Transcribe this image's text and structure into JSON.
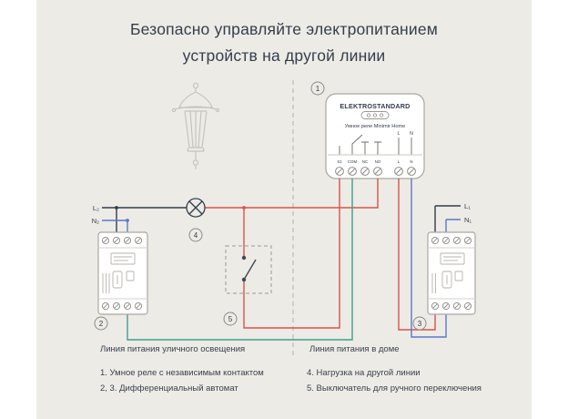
{
  "title": {
    "line1": "Безопасно управляйте электропитанием",
    "line2": "устройств на другой линии"
  },
  "diagram": {
    "relay": {
      "brand": "ELEKTROSTANDARD",
      "name": "Умное реле Minimir Home",
      "terminal_labels": [
        "S1",
        "COM",
        "NC",
        "NO"
      ],
      "power_labels": [
        "L",
        "N"
      ],
      "internal_l": "L",
      "internal_n": "N"
    },
    "wire_labels": {
      "l2": "L₂",
      "n2": "N₂",
      "l1": "L₁",
      "n1": "N₁"
    },
    "callouts": {
      "relay": "1",
      "breaker_left": "2",
      "breaker_right": "3",
      "load": "4",
      "switch": "5"
    },
    "section_labels": {
      "left": "Линия питания уличного освещения",
      "right": "Линия питания в доме"
    }
  },
  "legend": {
    "left": [
      "1. Умное реле с независимым контактом",
      "2, 3. Дифференциальный автомат"
    ],
    "right": [
      "4. Нагрузка на другой линии",
      "5. Выключатель для ручного переключения"
    ]
  },
  "colors": {
    "background": "#edebe6",
    "text": "#333e4c",
    "outline": "#a8a6a1",
    "sketch": "#c6c4bf",
    "wire_red": "#d9534a",
    "wire_green": "#3da08f",
    "wire_blue": "#5b79c9",
    "wire_dark": "#323c4b"
  }
}
